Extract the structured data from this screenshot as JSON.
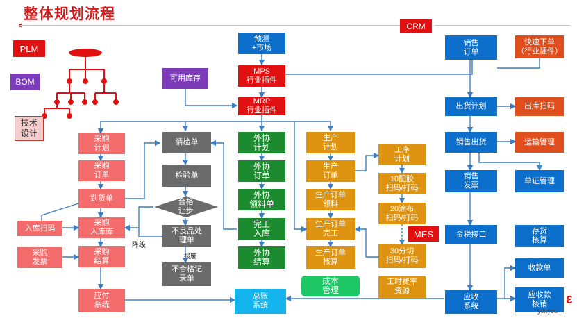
{
  "title": "整体规划流程",
  "brand": "yonyou",
  "labels": {
    "jiangji": "降级",
    "baofei": "报废"
  },
  "boxes": {
    "crm": "CRM",
    "plm": "PLM",
    "bom": "BOM",
    "jishu": "技术\n设计",
    "kyck": "可用库存",
    "yuce": "预测\n+市场",
    "mps": "MPS\n行业插件",
    "mrp": "MRP\n行业插件",
    "xsdd": "销售\n订单",
    "ksxd": "快速下单\n（行业插件）",
    "chjh": "出货计划",
    "cksm": "出库扫码",
    "xsch": "销售出货",
    "ysgl": "运输管理",
    "xsfp": "销售\n发票",
    "dzgl": "单证管理",
    "jsjk": "金税接口",
    "chhs": "存货\n核算",
    "skd": "收款单",
    "ysxt": "应收\n系统",
    "yskhx": "应收款\n核销",
    "cgjh": "采购\n计划",
    "cgdd": "采购\n订单",
    "dhd": "到货单",
    "rksm": "入库扫码",
    "cgrk": "采购\n入库库",
    "cgfp": "采购\n发票",
    "cgjs": "采购\n结算",
    "yfxt": "应付\n系统",
    "qjd": "请检单",
    "jyd": "检验单",
    "hgrb": "合格\n让步",
    "blpcl": "不良品处\n理单",
    "bhgjl": "不合格记\n录单",
    "wxjh": "外协\n计划",
    "wxdd": "外协\n订单",
    "wxll": "外协\n领料单",
    "wgrk": "完工\n入库",
    "wxjs": "外协\n结算",
    "scjh": "生产\n计划",
    "scdd": "生产\n订单",
    "scddll": "生产订单\n领料",
    "scddwg": "生产订单\n完工",
    "scddhs": "生产订单\n核算",
    "cbgl": "成本\n管理",
    "gxjh": "工序\n计划",
    "pj": "10配胶\n扫码/打码",
    "tb": "20涂布\n扫码/打码",
    "mes": "MES",
    "fq": "30分切\n扫码/打码",
    "gsfl": "工时费率\n资源",
    "zzxt": "总账\n系统"
  },
  "colors": {
    "blue": "#0c6fcb",
    "red": "#e21111",
    "gray": "#6b6b6b",
    "green": "#1c8a2e",
    "orange": "#de9410",
    "pink": "#f46b6b",
    "purple": "#7c3bb8",
    "cyan": "#14b4ee",
    "connector": "#3d7fc6"
  }
}
